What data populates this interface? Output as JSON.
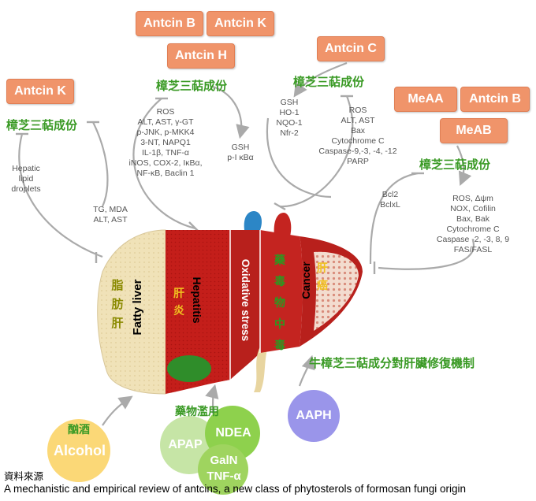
{
  "top_boxes": {
    "antcin_b": "Antcin B",
    "antcin_k": "Antcin K",
    "antcin_h": "Antcin H"
  },
  "left_box": "Antcin K",
  "center_box": "Antcin C",
  "right_boxes": {
    "meaa": "MeAA",
    "antcin_b": "Antcin B",
    "meab": "MeAB"
  },
  "compound_label": "樟芝三萜成份",
  "mechanisms": {
    "hepatic": [
      "Hepatic",
      "lipid",
      "droplets"
    ],
    "tg": [
      "TG, MDA",
      "ALT, AST"
    ],
    "hepatitis": [
      "ROS",
      "ALT, AST, γ-GT",
      "p-JNK, p-MKK4",
      "3-NT, NAPQ1",
      "IL-1β, TNF-α",
      "iNOS, COX-2, IκBα,",
      "NF-κB, Baclin 1"
    ],
    "gsh_right": [
      "GSH",
      "p-I κBα"
    ],
    "oxidative": [
      "GSH",
      "HO-1",
      "NQO-1",
      "Nfr-2"
    ],
    "cancer_ros": [
      "ROS",
      "ALT, AST",
      "Bax",
      "Cytochrome C",
      "Caspase-9,-3, -4, -12",
      "PARP"
    ],
    "bcl": [
      "Bcl2",
      "BclxL"
    ],
    "apoptosis": [
      "ROS, Δψm",
      "NOX, Cofilin",
      "Bax, Bak",
      "Cytochrome C",
      "Caspase -2, -3, 8, 9",
      "FAS/FASL"
    ]
  },
  "liver_sections": {
    "fatty_zh": [
      "脂",
      "肪",
      "肝"
    ],
    "fatty_en": "Fatty liver",
    "hepatitis_zh": [
      "肝",
      "炎"
    ],
    "hepatitis_en": "Hepatitis",
    "oxidative_en": "Oxidative stress",
    "drug_zh": [
      "藥",
      "毒",
      "物",
      "中",
      "毒"
    ],
    "cancer_en": "Cancer",
    "cancer_zh": [
      "肝",
      "癌"
    ]
  },
  "repair_label": "牛樟芝三萜成分對肝臟修復機制",
  "causes": {
    "alcohol_zh": "酗酒",
    "alcohol_en": "Alcohol",
    "drug_zh": "藥物濫用",
    "apap": "APAP",
    "ndea": "NDEA",
    "galn": "GalN",
    "tnf": "TNF-α",
    "aaph": "AAPH"
  },
  "footer": {
    "source_label": "資料來源",
    "reference": "A mechanistic and empirical review of antcins, a new class of phytosterols of formosan fungi origin"
  }
}
